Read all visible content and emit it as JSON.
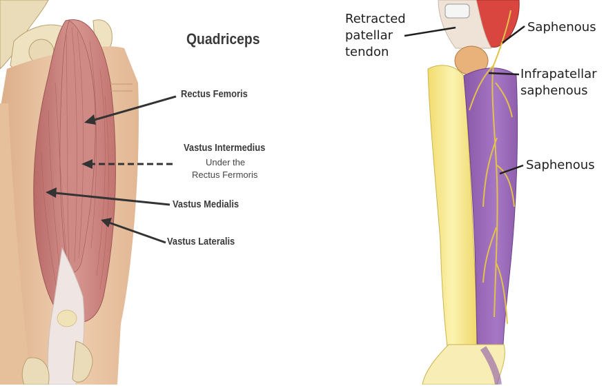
{
  "left_panel": {
    "title": "Quadriceps",
    "labels": {
      "rectus_femoris": "Rectus Femoris",
      "vastus_intermedius": "Vastus Intermedius",
      "vastus_intermedius_note_1": "Under the",
      "vastus_intermedius_note_2": "Rectus Fermoris",
      "vastus_medialis": "Vastus Medialis",
      "vastus_lateralis": "Vastus Lateralis"
    }
  },
  "right_panel": {
    "labels": {
      "retracted_1": "Retracted",
      "retracted_2": "patellar",
      "retracted_3": "tendon",
      "saphenous_top": "Saphenous",
      "infrapatellar_1": "Infrapatellar",
      "infrapatellar_2": "saphenous",
      "saphenous_mid": "Saphenous"
    }
  },
  "colors": {
    "skin": "#e9c3a0",
    "muscle": "#c77d78",
    "nerve_skin": "#f5e98a",
    "saphenous_zone": "#9f6fbf",
    "arrow": "#333333"
  }
}
